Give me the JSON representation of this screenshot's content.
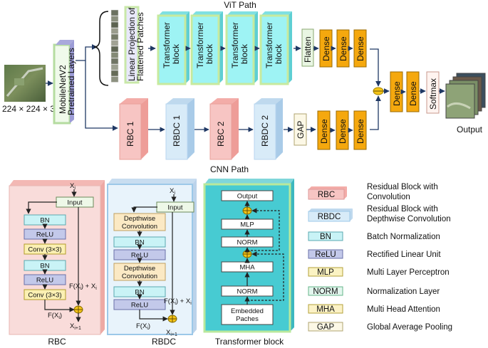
{
  "top": {
    "vit_path": "ViT Path",
    "cnn_path": "CNN Path",
    "input_size": "224 × 224 × 3",
    "mobilenet": [
      "MobileNetV2",
      "Pretrained Layers"
    ],
    "linear_projection": [
      "Linear Projection of",
      "Flattened Patches"
    ],
    "transformer_block": [
      "Transformer",
      "block"
    ],
    "flatten": "Flatten",
    "dense": "Dense",
    "gap": "GAP",
    "rbc1": "RBC 1",
    "rbdc1": "RBDC 1",
    "rbc2": "RBC 2",
    "rbdc2": "RBDC 2",
    "softmax": "Softmax",
    "output": "Output"
  },
  "rbc_detail": {
    "caption": "RBC",
    "xi": "X",
    "xi_sub": "i",
    "input": "Input",
    "bn": "BN",
    "relu": "ReLU",
    "conv": "Conv (3×3)",
    "sum_label": "F(X",
    "sum_label_sub": "i",
    "sum_label_tail": ") + X",
    "sum_label_tail_sub": "i",
    "fx": "F(X",
    "fx_sub": "i",
    "fx_tail": ")",
    "xout": "X",
    "xout_sub": "i+1"
  },
  "rbdc_detail": {
    "caption": "RBDC",
    "input": "Input",
    "depthwise": [
      "Depthwise",
      "Convolution"
    ],
    "bn": "BN",
    "relu": "ReLU"
  },
  "transformer_detail": {
    "caption": "Transformer block",
    "output": "Output",
    "mlp": "MLP",
    "norm": "NORM",
    "mha": "MHA",
    "embedded": [
      "Embedded",
      "Paches"
    ]
  },
  "legend": [
    {
      "key": "RBC",
      "desc": [
        "Residual Block with",
        "Convolution"
      ]
    },
    {
      "key": "RBDC",
      "desc": [
        "Residual Block with",
        "Depthwise Convolution"
      ]
    },
    {
      "key": "BN",
      "desc": [
        "Batch Normalization"
      ]
    },
    {
      "key": "ReLU",
      "desc": [
        "Rectified Linear Unit"
      ]
    },
    {
      "key": "MLP",
      "desc": [
        "Multi Layer Perceptron"
      ]
    },
    {
      "key": "NORM",
      "desc": [
        "Normalization Layer"
      ]
    },
    {
      "key": "MHA",
      "desc": [
        "Multi Head Attention"
      ]
    },
    {
      "key": "GAP",
      "desc": [
        "Global Average Pooling"
      ]
    }
  ],
  "colors": {
    "transformer_fill": "#9ef3f4",
    "dense_fill": "#f5a80e",
    "rbc_fill": "#f7c5c3",
    "rbdc_fill": "#d8ebf8",
    "bn_fill": "#c9f3f6",
    "relu_fill": "#c3c9ea",
    "mlp_fill": "#fbf3c3",
    "norm_fill": "#e3f6ee",
    "mha_fill": "#fcf2c6",
    "gap_fill": "#fcf8e6",
    "rbc_panel": "#f9dcda",
    "rbdc_panel": "#e8f3fb",
    "tf_panel": "#47cbd2",
    "sum_fill": "#f5c518"
  }
}
